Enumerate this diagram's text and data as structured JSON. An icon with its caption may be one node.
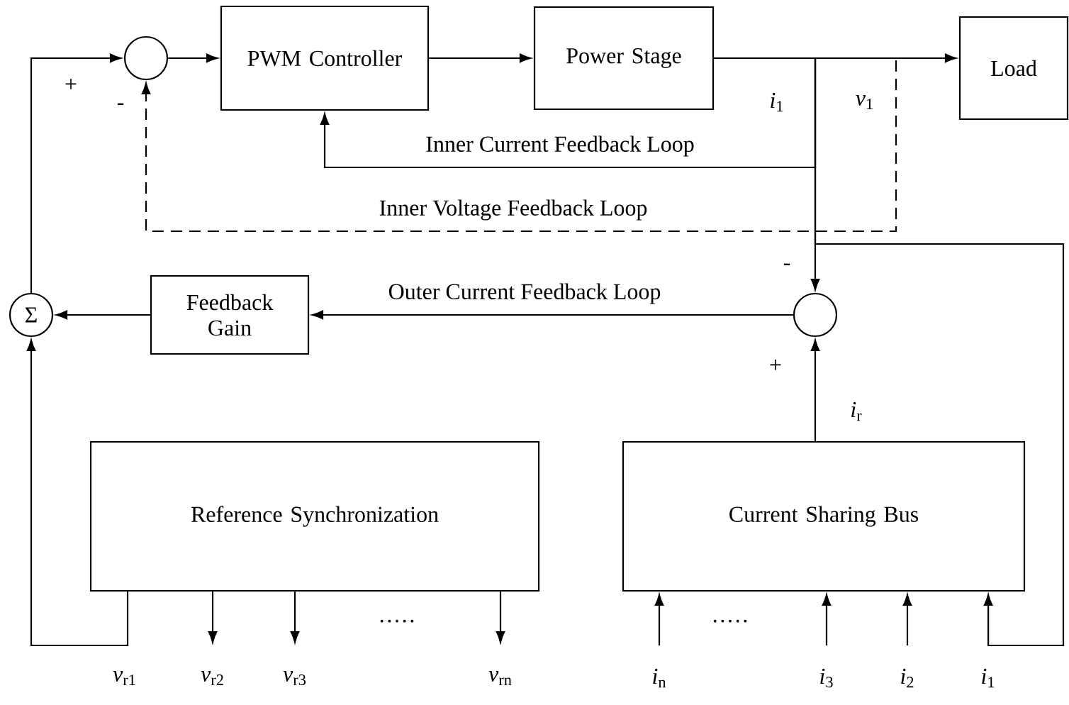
{
  "diagram": {
    "nodes": [
      {
        "text": [],
        "shape": "circle"
      },
      {
        "text": [
          "PWM Controller"
        ]
      },
      {
        "text": [
          "Power Stage"
        ]
      },
      {
        "text": [
          "Load"
        ]
      },
      {
        "text": [
          "Σ"
        ]
      },
      {
        "text": [
          "Feedback Gain"
        ]
      },
      {
        "text": [],
        "shape": "circle"
      },
      {
        "text": [
          "Reference Synchronization"
        ]
      },
      {
        "text": [
          "Current Sharing Bus"
        ]
      }
    ],
    "edges": [
      {
        "from": 0,
        "to": 1,
        "arrow": "to"
      },
      {
        "from": 1,
        "to": 2,
        "arrow": "to"
      },
      {
        "from": 2,
        "to": 3,
        "arrow": "to"
      },
      {
        "from": 2,
        "to": 1,
        "arrow": "to",
        "label": "Inner Current Feedback Loop"
      },
      {
        "from": 2,
        "to": 0,
        "arrow": "to",
        "style": "dashed",
        "label": "Inner Voltage Feedback Loop"
      },
      {
        "from": 2,
        "to": 6,
        "arrow": "to"
      },
      {
        "from": 2,
        "to": 8,
        "arrow": "to"
      },
      {
        "from": 6,
        "to": 5,
        "arrow": "to",
        "label": "Outer Current Feedback Loop"
      },
      {
        "from": 5,
        "to": 4,
        "arrow": "to"
      },
      {
        "from": 4,
        "to": 0,
        "arrow": "to"
      },
      {
        "from": 7,
        "to": 4,
        "arrow": "to"
      },
      {
        "from": 8,
        "to": 6,
        "arrow": "to"
      },
      {
        "from": 7,
        "to": null,
        "arrow": "to"
      },
      {
        "from": 7,
        "to": null,
        "arrow": "to"
      },
      {
        "from": 7,
        "to": null,
        "arrow": "to"
      },
      {
        "from": null,
        "to": 8,
        "arrow": "to"
      },
      {
        "from": null,
        "to": 8,
        "arrow": "to"
      },
      {
        "from": null,
        "to": 8,
        "arrow": "to"
      }
    ],
    "labels": [
      "+",
      "-",
      "*i*$_{1}$",
      "*v*$_{1}$",
      "-",
      "+",
      "*i*$_{r}$",
      "·····",
      "·····",
      "*v*$_{r1}$",
      "*v*$_{r2}$",
      "*v*$_{r3}$",
      "*v*$_{rn}$",
      "*i*$_{n}$",
      "*i*$_{3}$",
      "*i*$_{2}$",
      "*i*$_{1}$"
    ]
  }
}
